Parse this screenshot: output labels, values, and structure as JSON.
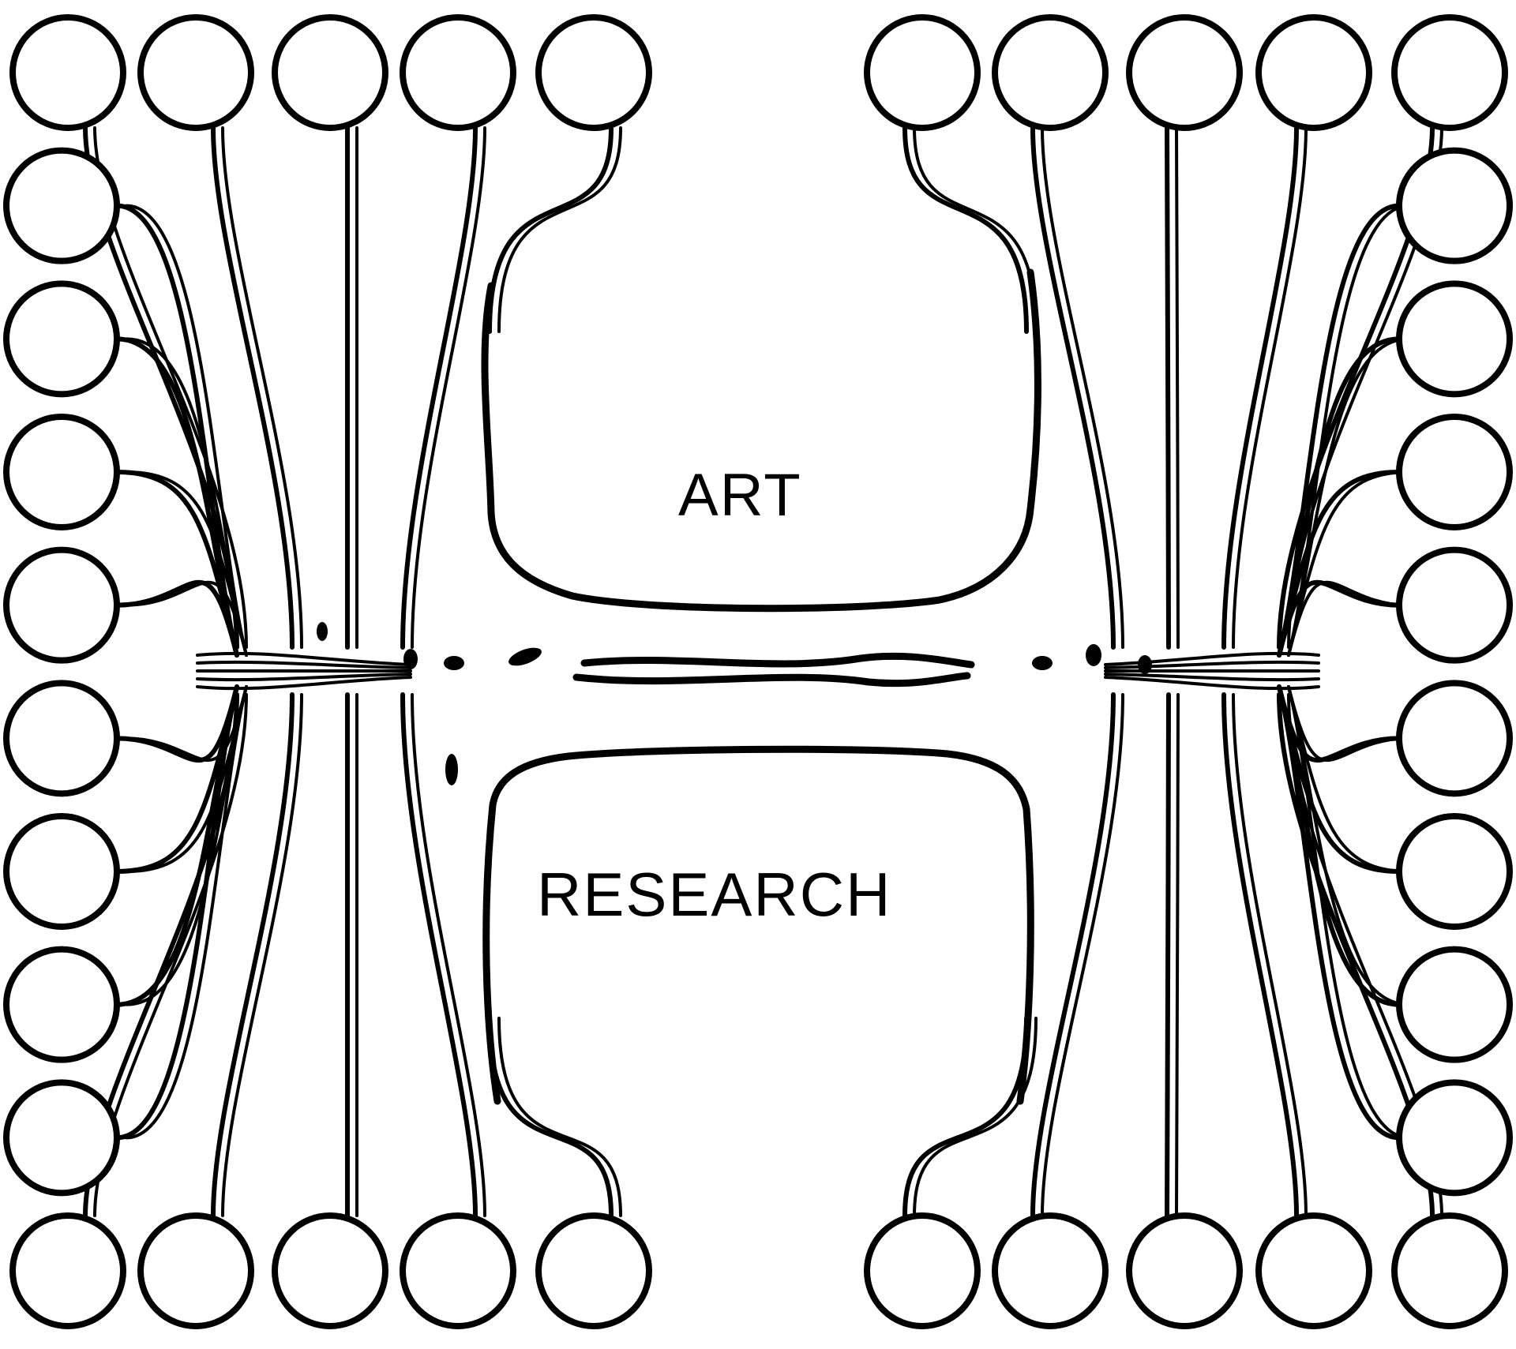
{
  "logo": {
    "word_top": "ART",
    "word_bottom": "RESEARCH",
    "ink_color": "#000000",
    "paper_color": "#ffffff",
    "nodes_per_column": 10,
    "nodes_per_half_row": 5
  }
}
